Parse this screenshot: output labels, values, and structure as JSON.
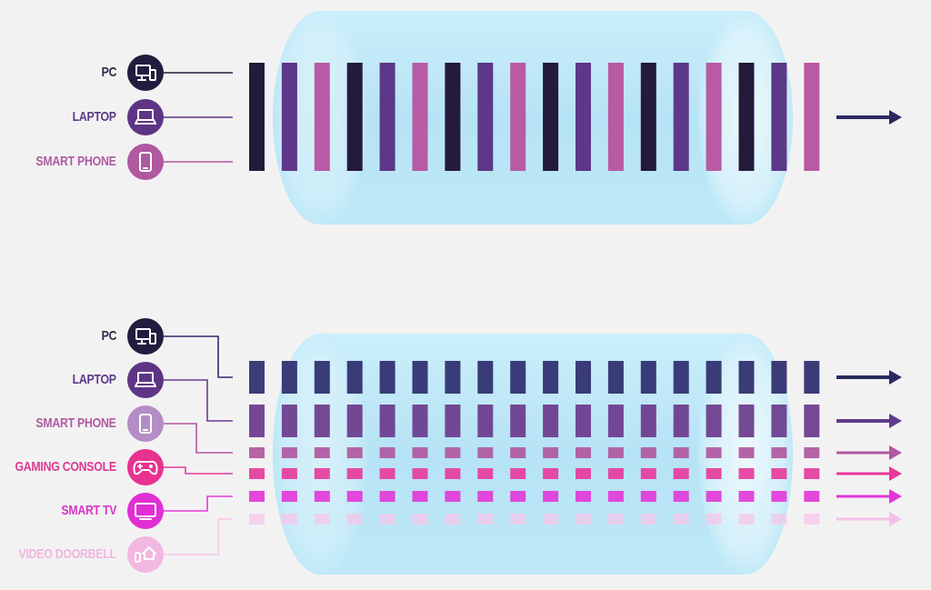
{
  "top_panel": {
    "devices": [
      {
        "label": "PC",
        "icon": "desktop-monitor-icon",
        "color": "#241c3e",
        "text_color": "#2d2748"
      },
      {
        "label": "LAPTOP",
        "icon": "laptop-icon",
        "color": "#5e3585",
        "text_color": "#5b3a86"
      },
      {
        "label": "SMART PHONE",
        "icon": "smartphone-icon",
        "color": "#b058a0",
        "text_color": "#b05aa2"
      }
    ],
    "packet_colors": [
      "#241a3c",
      "#5d3789",
      "#b95aa5",
      "#241a3c",
      "#5d3789",
      "#b95aa5",
      "#241a3c",
      "#5d3789",
      "#b95aa5",
      "#241a3c",
      "#5d3789",
      "#b95aa5",
      "#241a3c",
      "#5d3789",
      "#b95aa5",
      "#241a3c",
      "#5d3789",
      "#b95aa5"
    ],
    "arrow_color": "#2a2a60"
  },
  "bottom_panel": {
    "devices": [
      {
        "label": "PC",
        "icon": "desktop-monitor-icon",
        "color": "#241c3e",
        "text_color": "#2d2748"
      },
      {
        "label": "LAPTOP",
        "icon": "laptop-icon",
        "color": "#5e3585",
        "text_color": "#5b3a86"
      },
      {
        "label": "SMART PHONE",
        "icon": "smartphone-icon",
        "color": "#b48dc6",
        "text_color": "#b05aa2"
      },
      {
        "label": "GAMING CONSOLE",
        "icon": "gamepad-icon",
        "color": "#e8328f",
        "text_color": "#dc3a92"
      },
      {
        "label": "SMART TV",
        "icon": "television-icon",
        "color": "#e030d4",
        "text_color": "#d635c6"
      },
      {
        "label": "VIDEO DOORBELL",
        "icon": "doorbell-icon",
        "color": "#f2b8e2",
        "text_color": "#f0b6dc"
      }
    ],
    "streams": [
      {
        "color": "#2c2c6c",
        "arrow": "#2a2a60"
      },
      {
        "color": "#6a3a8c",
        "arrow": "#5e3a8c"
      },
      {
        "color": "#b058a0",
        "arrow": "#b058a0"
      },
      {
        "color": "#e63c9c",
        "arrow": "#e8369a"
      },
      {
        "color": "#e33ad8",
        "arrow": "#e136d8"
      },
      {
        "color": "#f6c6ea",
        "arrow": "#f4c0e8"
      }
    ],
    "packets_per_stream": 18
  },
  "colors": {
    "tube_fill": "#b9e6f6",
    "tube_end": "#daf3fb",
    "background": "#f3f2f3"
  }
}
